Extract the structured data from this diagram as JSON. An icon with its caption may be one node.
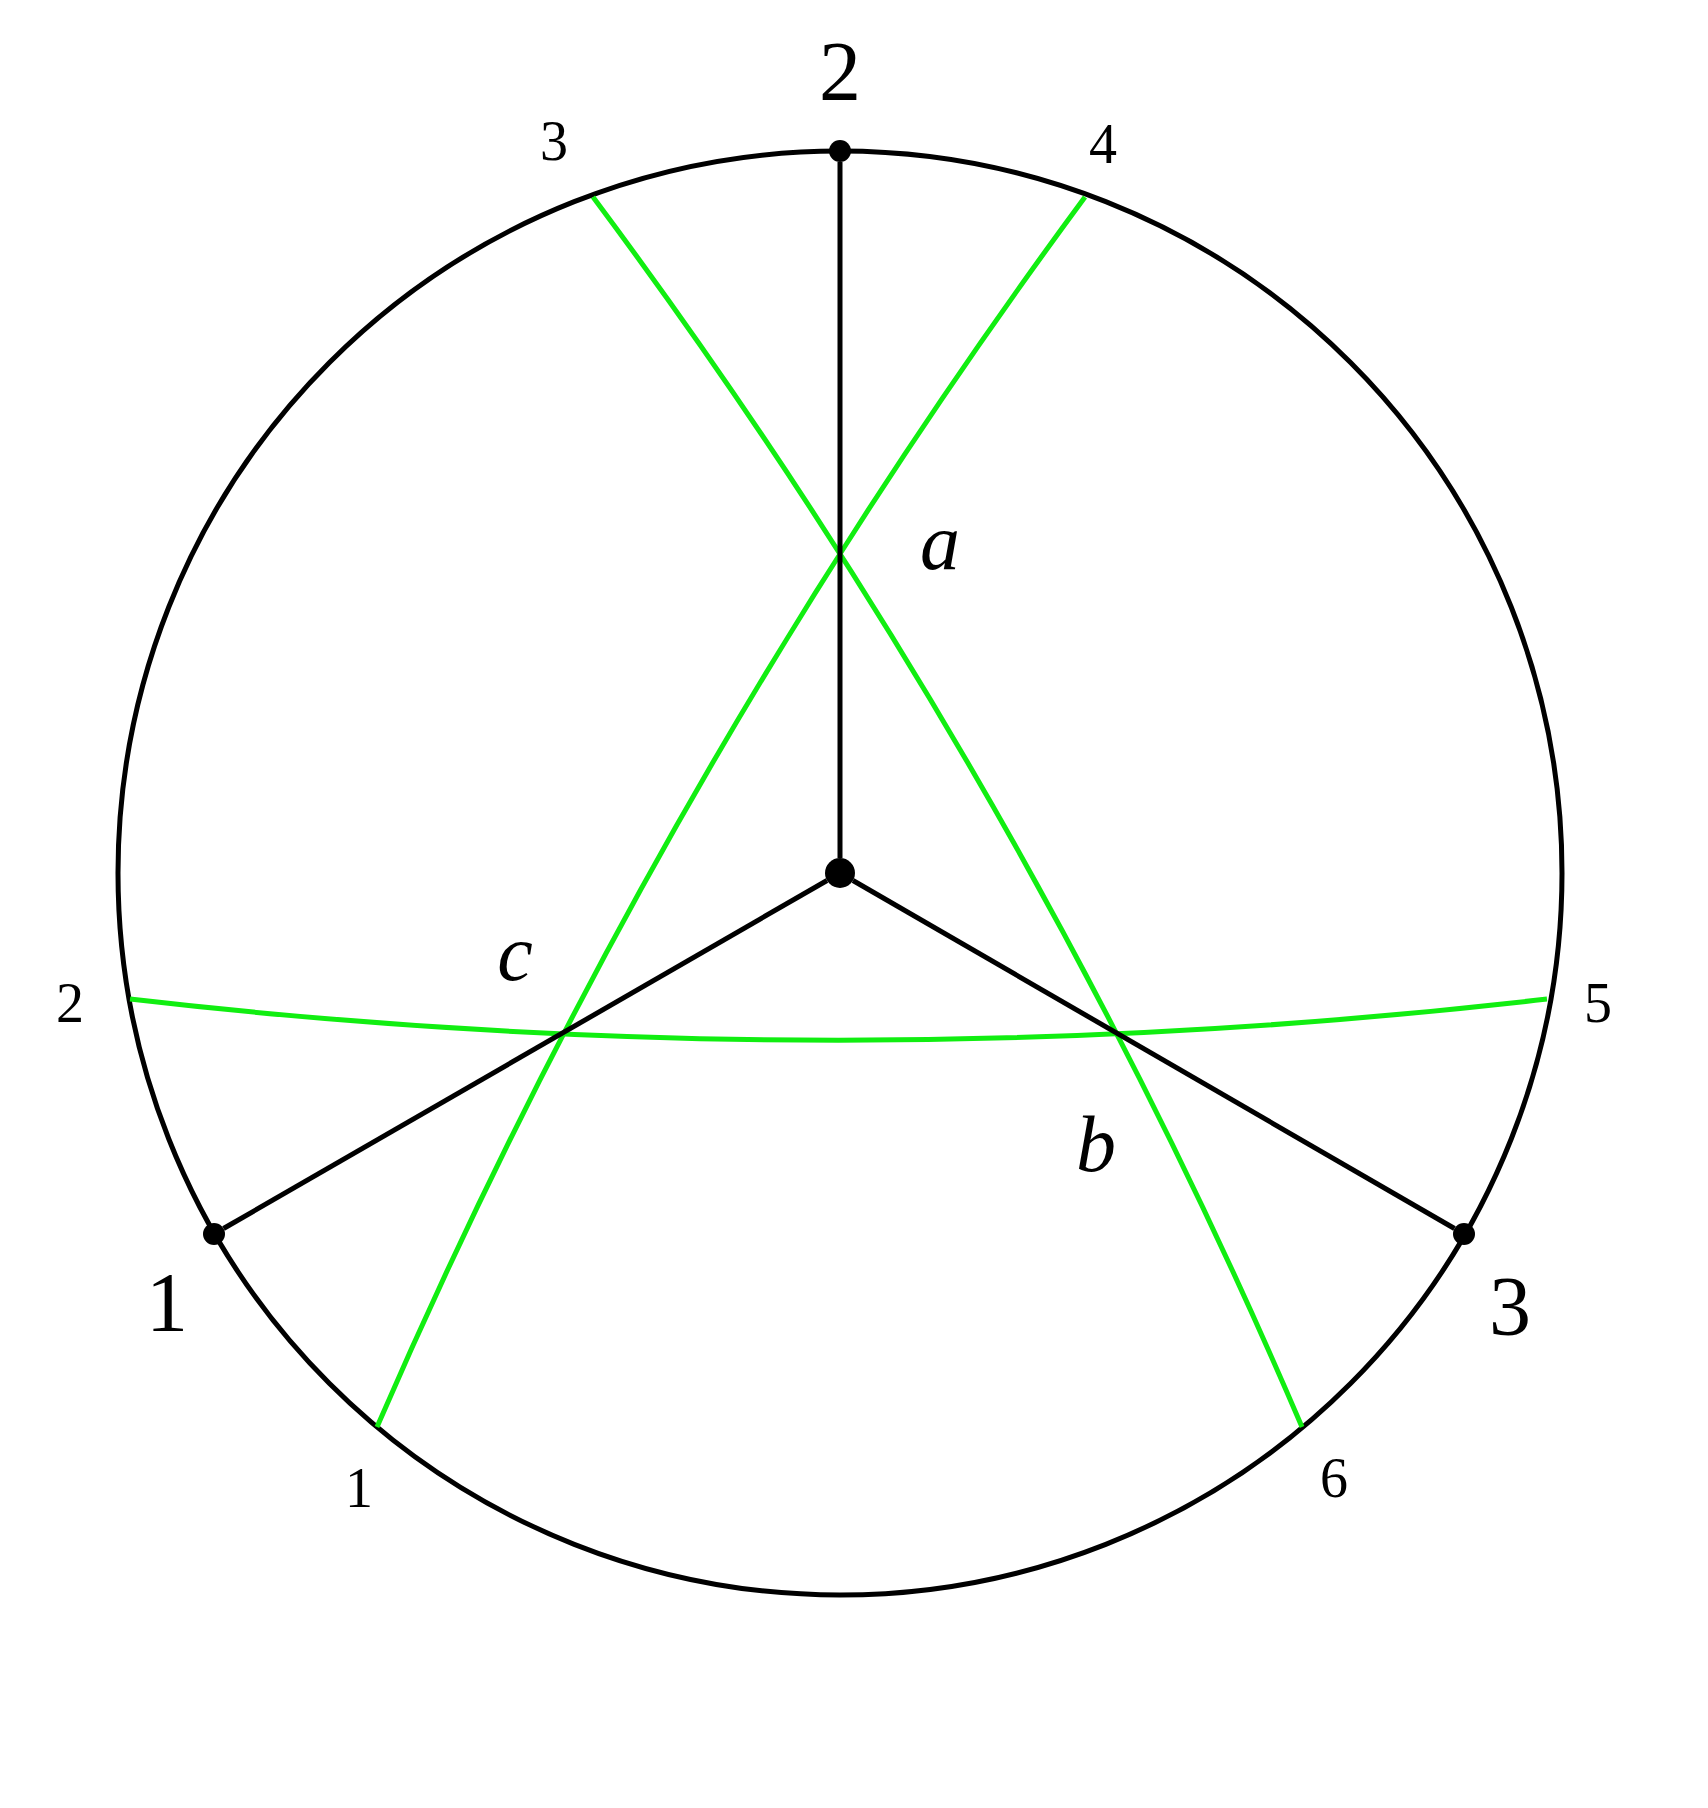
{
  "diagram": {
    "nodes": [
      {
        "text": [],
        "shape": "circle"
      },
      {
        "text": [],
        "shape": "circle",
        "beside": [
          "2"
        ]
      },
      {
        "text": [],
        "shape": "circle",
        "beside": [
          "1"
        ]
      },
      {
        "text": [],
        "shape": "circle",
        "beside": [
          "3"
        ]
      }
    ],
    "edges": [
      {
        "from": 0,
        "to": 1,
        "arrow": "none"
      },
      {
        "from": 0,
        "to": 2,
        "arrow": "none"
      },
      {
        "from": 0,
        "to": 3,
        "arrow": "none"
      }
    ],
    "labels": [
      "3",
      "4",
      "a",
      "c",
      "2",
      "5",
      "b",
      "1",
      "6"
    ]
  }
}
